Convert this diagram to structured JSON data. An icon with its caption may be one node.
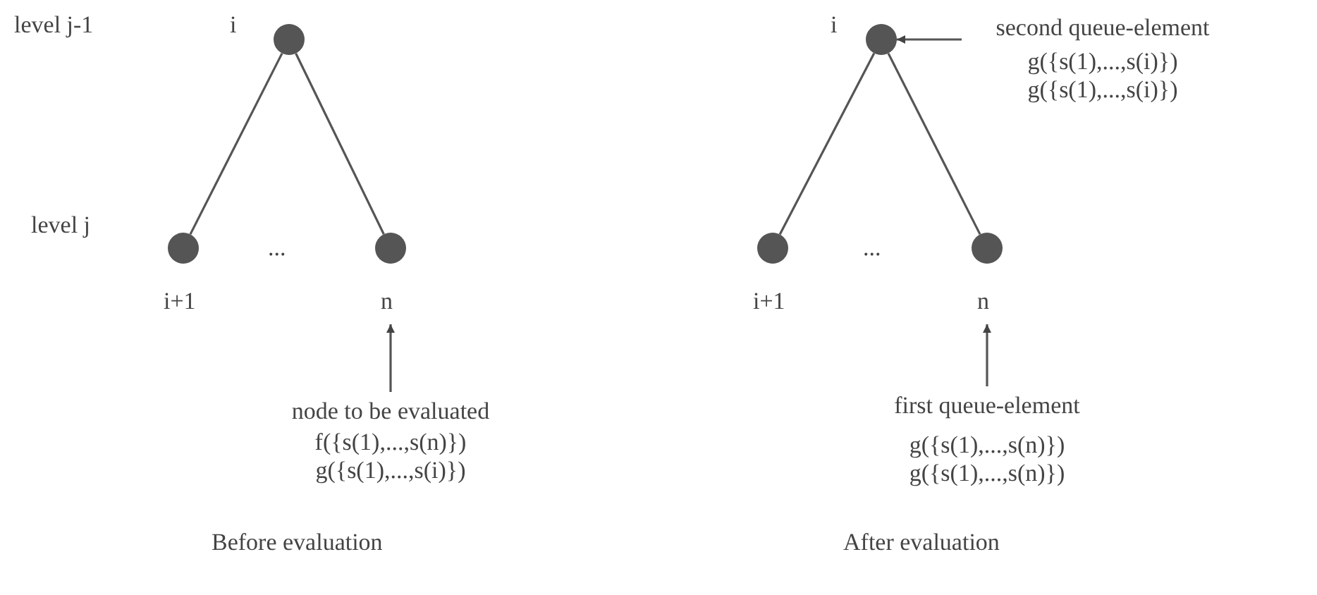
{
  "diagram": {
    "nodes": [
      {
        "text": [],
        "shape": "circle",
        "beside": [
          "i"
        ]
      },
      {
        "text": [],
        "shape": "circle",
        "beside": [
          "i+1"
        ]
      },
      {
        "text": [],
        "shape": "circle",
        "beside": [
          "n"
        ]
      },
      {
        "text": [
          "node to be evaluated",
          "f({s(1),...,s(n)})",
          "g({s(1),...,s(i)})"
        ]
      },
      {
        "text": [],
        "shape": "circle",
        "beside": [
          "i"
        ]
      },
      {
        "text": [],
        "shape": "circle",
        "beside": [
          "i+1"
        ]
      },
      {
        "text": [],
        "shape": "circle",
        "beside": [
          "n"
        ]
      },
      {
        "text": [
          "second queue-element",
          "g({s(1),...,s(i)})",
          "g({s(1),...,s(i)})"
        ]
      },
      {
        "text": [
          "first queue-element",
          "g({s(1),...,s(n)})",
          "g({s(1),...,s(n)})"
        ]
      }
    ],
    "edges": [
      {
        "from": 0,
        "to": 1,
        "arrow": "none"
      },
      {
        "from": 0,
        "to": 2,
        "arrow": "none"
      },
      {
        "from": 3,
        "to": 2,
        "arrow": "to"
      },
      {
        "from": 4,
        "to": 5,
        "arrow": "none"
      },
      {
        "from": 4,
        "to": 6,
        "arrow": "none"
      },
      {
        "from": 7,
        "to": 4,
        "arrow": "to"
      },
      {
        "from": 8,
        "to": 6,
        "arrow": "to"
      }
    ],
    "labels": [
      "level j-1",
      "level j",
      "...",
      "...",
      "Before evaluation",
      "After evaluation"
    ]
  }
}
